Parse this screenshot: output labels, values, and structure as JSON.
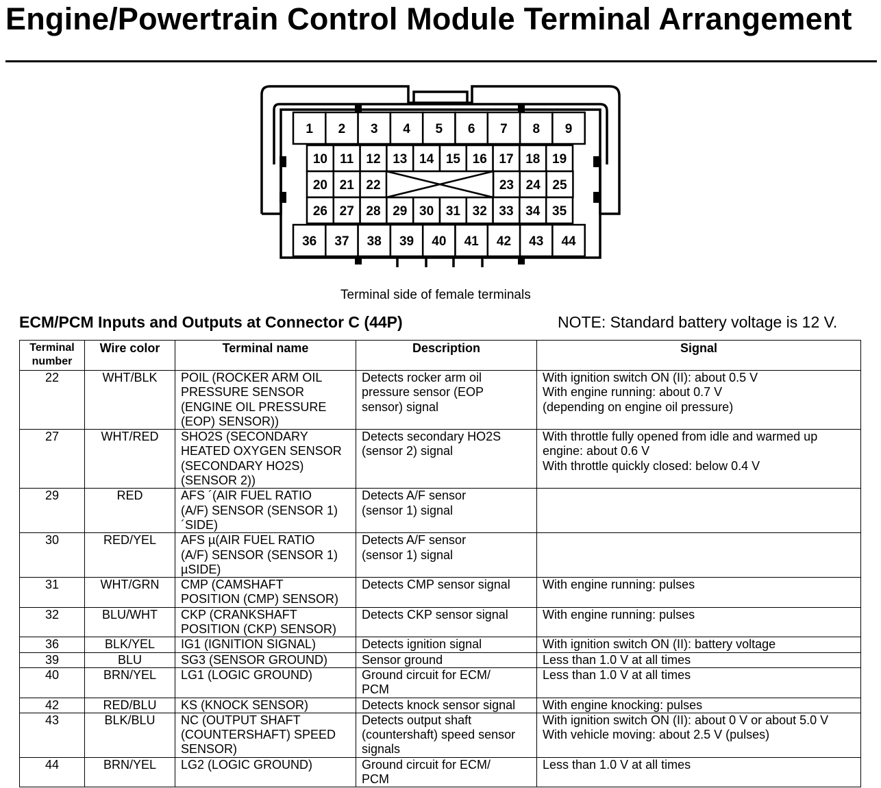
{
  "title": "Engine/Powertrain Control Module Terminal Arrangement",
  "connector": {
    "caption": "Terminal side of female terminals",
    "row1": [
      "1",
      "2",
      "3",
      "4",
      "5",
      "6",
      "7",
      "8",
      "9"
    ],
    "row2": [
      "10",
      "11",
      "12",
      "13",
      "14",
      "15",
      "16",
      "17",
      "18",
      "19"
    ],
    "row3_left": [
      "20",
      "21",
      "22"
    ],
    "row3_right": [
      "23",
      "24",
      "25"
    ],
    "row4": [
      "26",
      "27",
      "28",
      "29",
      "30",
      "31",
      "32",
      "33",
      "34",
      "35"
    ],
    "row5": [
      "36",
      "37",
      "38",
      "39",
      "40",
      "41",
      "42",
      "43",
      "44"
    ]
  },
  "section": {
    "title": "ECM/PCM Inputs and Outputs at Connector C (44P)",
    "note": "NOTE: Standard battery voltage is 12 V."
  },
  "table": {
    "headers": {
      "number": "Terminal\nnumber",
      "wire": "Wire color",
      "name": "Terminal name",
      "description": "Description",
      "signal": "Signal"
    },
    "rows": [
      {
        "num": "22",
        "wire": "WHT/BLK",
        "name": "POIL (ROCKER ARM OIL\nPRESSURE SENSOR\n(ENGINE OIL PRESSURE\n(EOP) SENSOR))",
        "desc": "Detects rocker arm oil\npressure sensor (EOP\nsensor) signal",
        "signal": "With ignition switch ON (II): about 0.5 V\nWith engine running: about 0.7 V\n(depending on engine oil pressure)"
      },
      {
        "num": "27",
        "wire": "WHT/RED",
        "name": "SHO2S (SECONDARY\nHEATED OXYGEN SENSOR\n(SECONDARY HO2S)\n(SENSOR 2))",
        "desc": "Detects secondary HO2S\n(sensor 2) signal",
        "signal": "With throttle fully opened from idle and warmed up\nengine: about 0.6 V\nWith throttle quickly closed: below 0.4 V"
      },
      {
        "num": "29",
        "wire": "RED",
        "name": "AFS   ´(AIR FUEL RATIO\n(A/F) SENSOR (SENSOR 1)\n    ´SIDE)",
        "desc": "Detects A/F sensor\n(sensor 1) signal",
        "signal": ""
      },
      {
        "num": "30",
        "wire": "RED/YEL",
        "name": "AFS   µ(AIR FUEL RATIO\n(A/F) SENSOR (SENSOR 1)\n    µSIDE)",
        "desc": "Detects A/F sensor\n(sensor 1) signal",
        "signal": ""
      },
      {
        "num": "31",
        "wire": "WHT/GRN",
        "name": "CMP (CAMSHAFT\nPOSITION (CMP) SENSOR)",
        "desc": "Detects CMP sensor signal",
        "signal": "With engine running: pulses"
      },
      {
        "num": "32",
        "wire": "BLU/WHT",
        "name": "CKP (CRANKSHAFT\nPOSITION (CKP) SENSOR)",
        "desc": "Detects CKP sensor signal",
        "signal": "With engine running: pulses"
      },
      {
        "num": "36",
        "wire": "BLK/YEL",
        "name": "IG1 (IGNITION SIGNAL)",
        "desc": "Detects ignition signal",
        "signal": "With ignition switch ON (II): battery voltage"
      },
      {
        "num": "39",
        "wire": "BLU",
        "name": "SG3 (SENSOR GROUND)",
        "desc": "Sensor ground",
        "signal": "Less than 1.0 V at all times"
      },
      {
        "num": "40",
        "wire": "BRN/YEL",
        "name": "LG1 (LOGIC GROUND)",
        "desc": "Ground circuit for ECM/\nPCM",
        "signal": "Less than 1.0 V at all times"
      },
      {
        "num": "42",
        "wire": "RED/BLU",
        "name": "KS (KNOCK SENSOR)",
        "desc": "Detects knock sensor signal",
        "signal": "With engine knocking: pulses"
      },
      {
        "num": "43",
        "wire": "BLK/BLU",
        "name": "NC (OUTPUT SHAFT\n(COUNTERSHAFT) SPEED\nSENSOR)",
        "desc": "Detects output shaft\n(countershaft) speed sensor\nsignals",
        "signal": "With ignition switch ON (II): about 0 V or about 5.0 V\nWith vehicle moving: about 2.5 V (pulses)"
      },
      {
        "num": "44",
        "wire": "BRN/YEL",
        "name": "LG2 (LOGIC GROUND)",
        "desc": "Ground circuit for ECM/\nPCM",
        "signal": "Less than 1.0 V at all times"
      }
    ]
  }
}
